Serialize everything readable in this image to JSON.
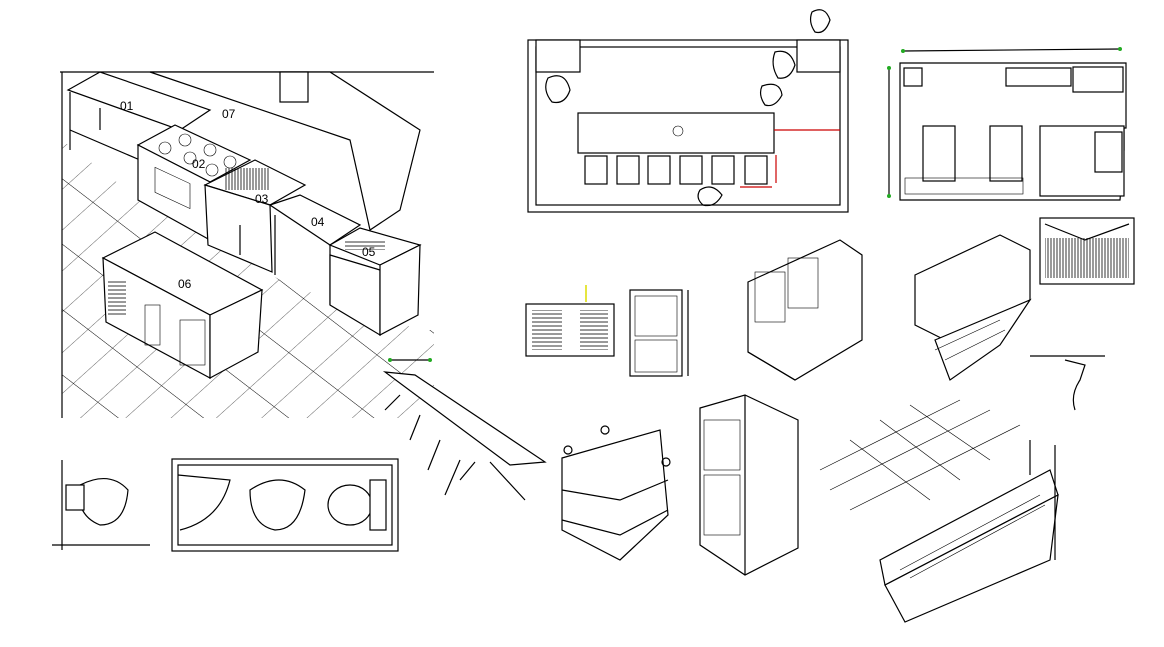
{
  "drawing": {
    "isometric_kitchen": {
      "labels": [
        "01",
        "07",
        "02",
        "03",
        "04",
        "05",
        "06"
      ]
    },
    "colors": {
      "lines": "#000000",
      "dimension_marks": "#22aa22",
      "dimension_lines": "#cc0000",
      "background": "#ffffff"
    }
  }
}
